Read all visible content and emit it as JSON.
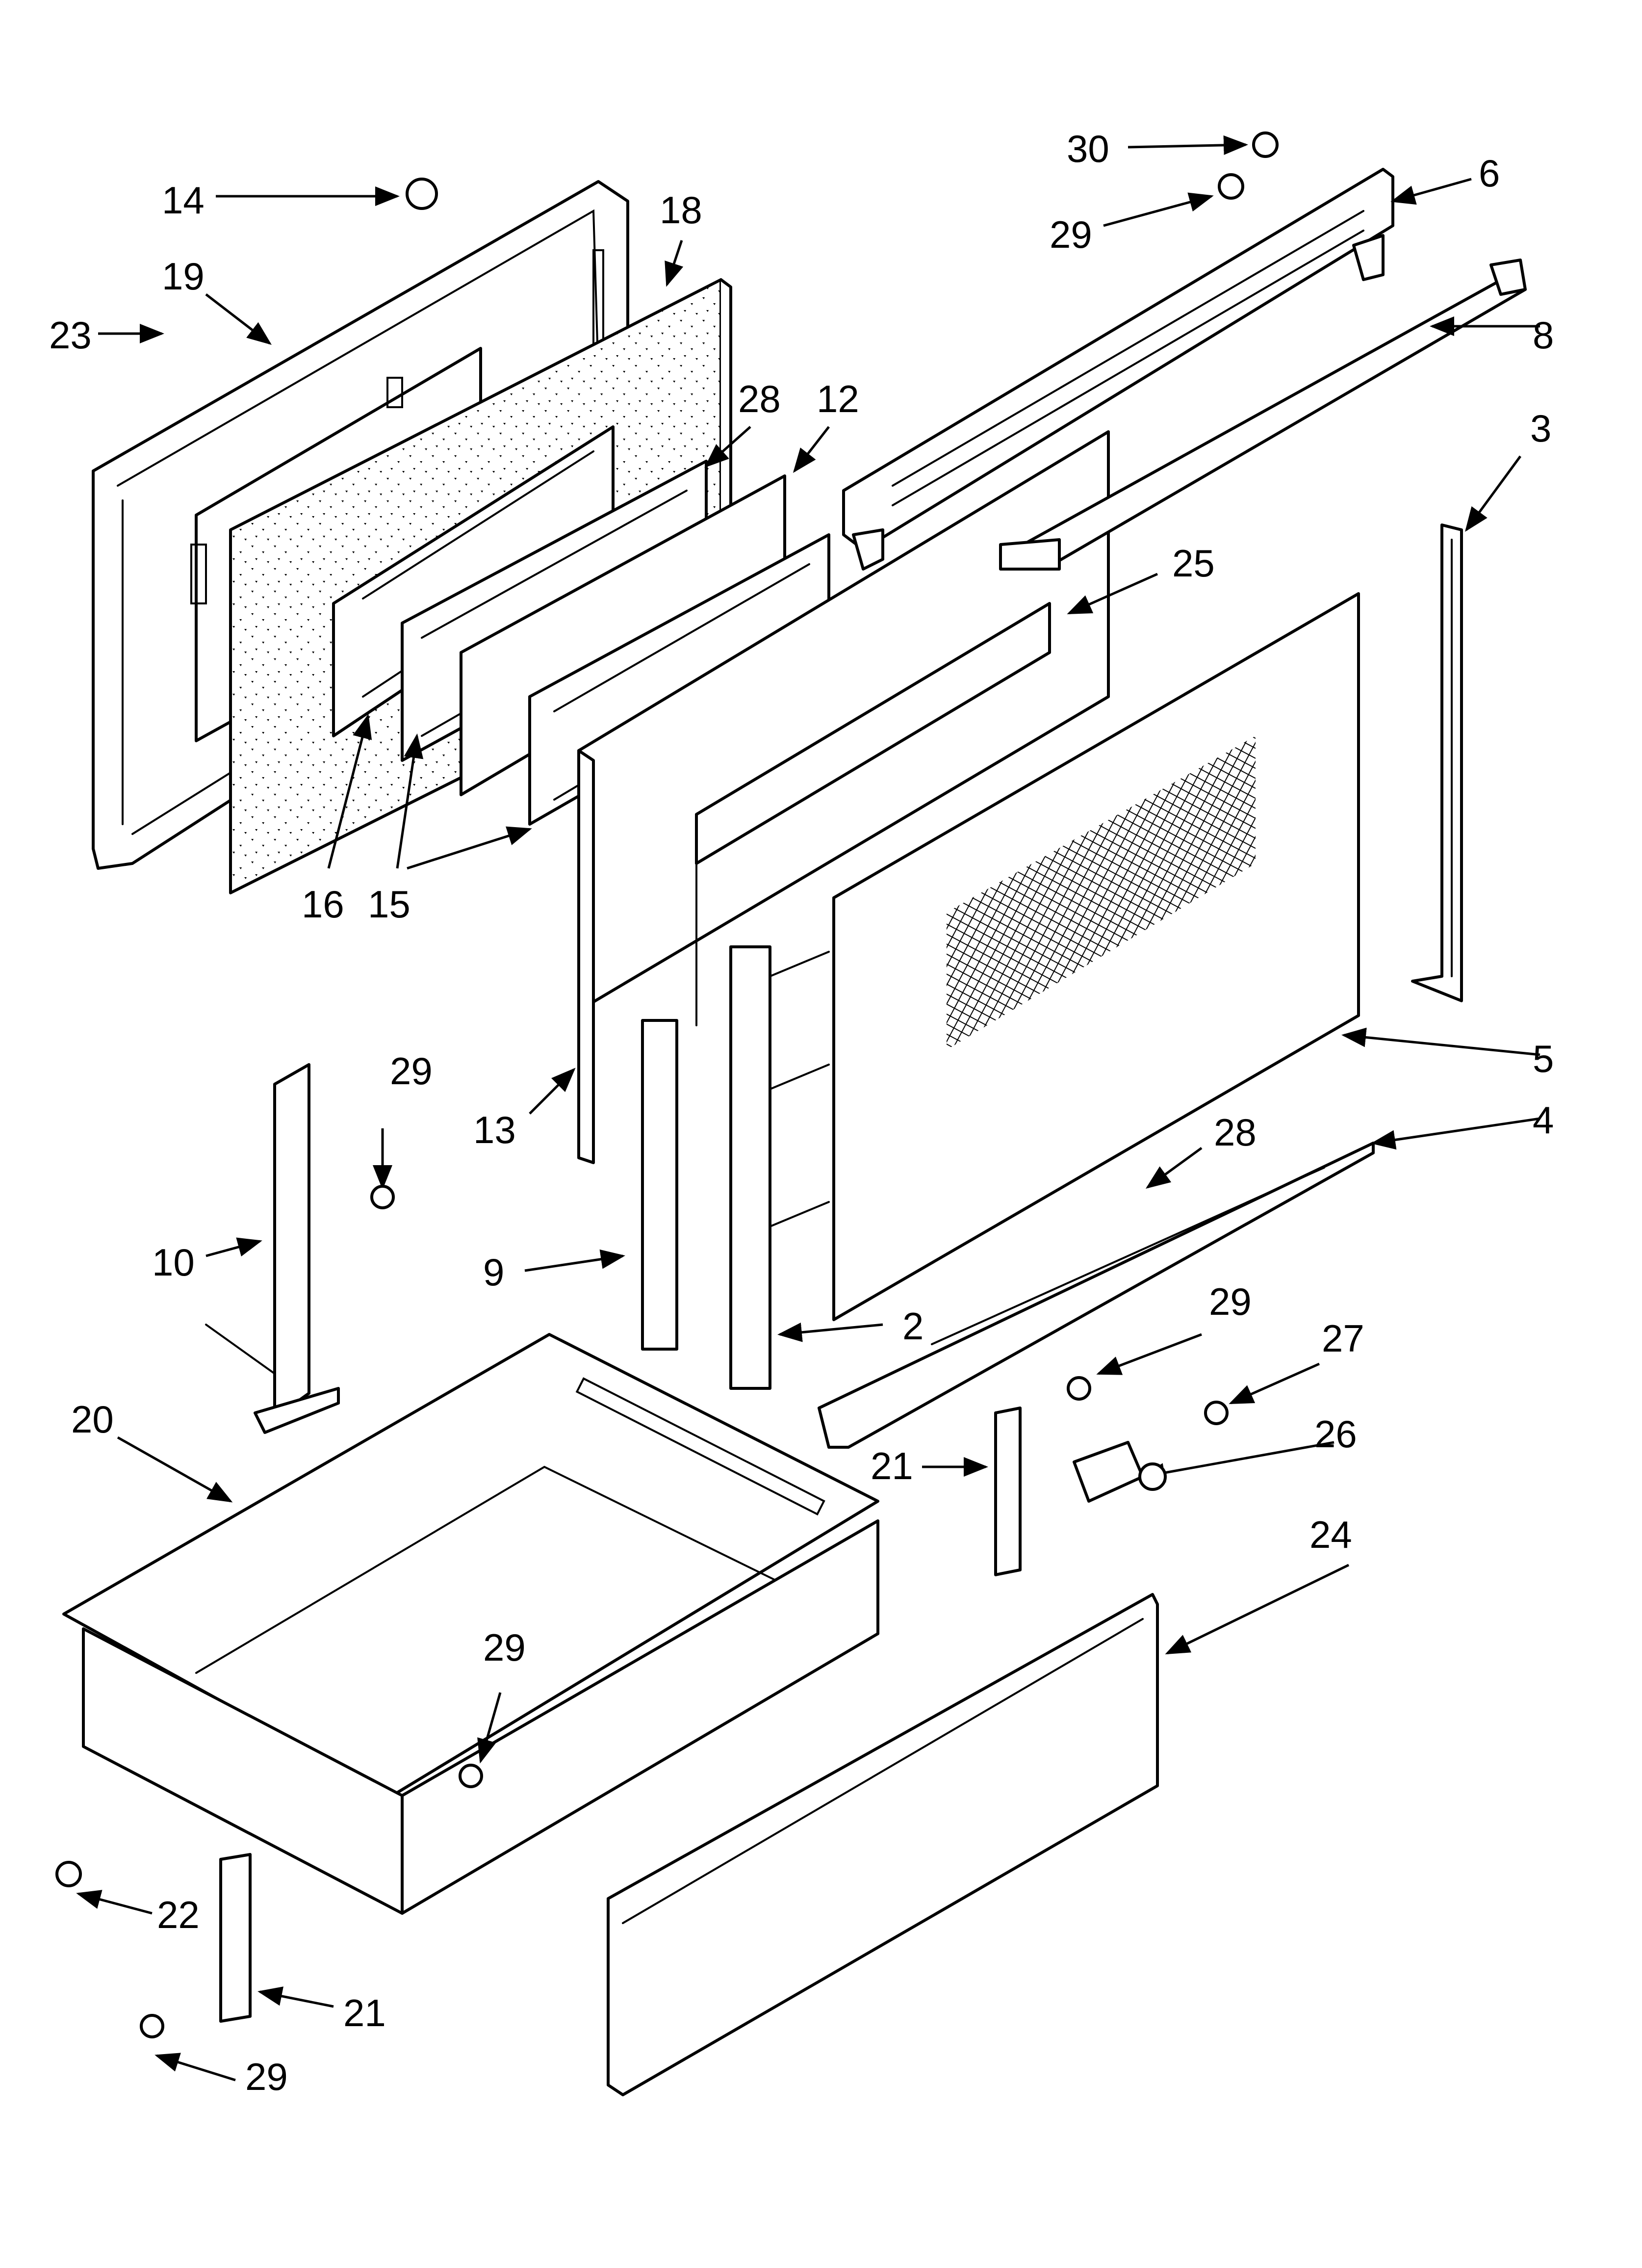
{
  "callouts": [
    "30",
    "29",
    "6",
    "14",
    "18",
    "19",
    "23",
    "8",
    "28",
    "12",
    "3",
    "25",
    "16",
    "15",
    "5",
    "29",
    "4",
    "28",
    "13",
    "10",
    "9",
    "2",
    "29",
    "27",
    "20",
    "21",
    "26",
    "24",
    "29",
    "22",
    "21",
    "29"
  ],
  "colors": {
    "line": "#000000",
    "background": "#ffffff"
  }
}
